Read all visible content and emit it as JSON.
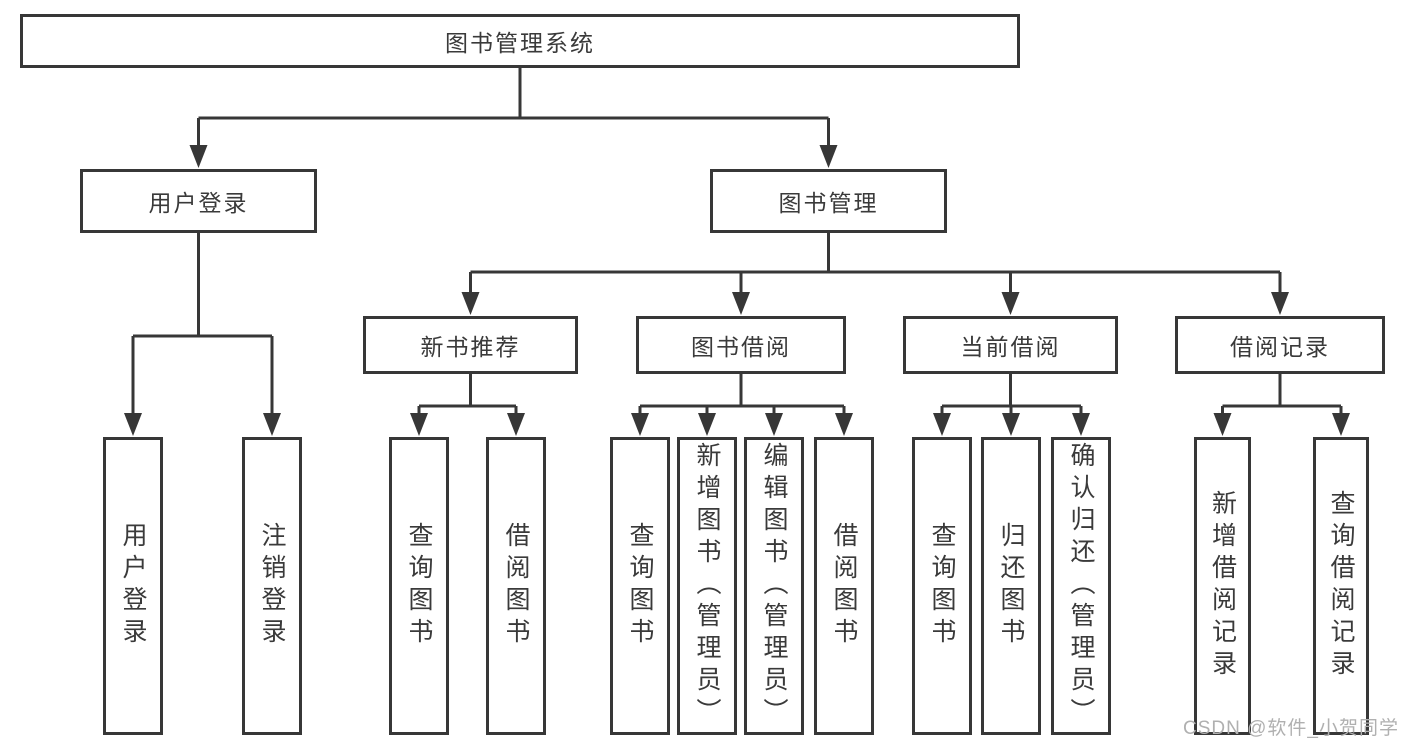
{
  "tree": {
    "label": "图书管理系统",
    "children": [
      {
        "label": "用户登录",
        "children": [
          {
            "label": "用户登录"
          },
          {
            "label": "注销登录"
          }
        ]
      },
      {
        "label": "图书管理",
        "children": [
          {
            "label": "新书推荐",
            "children": [
              {
                "label": "查询图书"
              },
              {
                "label": "借阅图书"
              }
            ]
          },
          {
            "label": "图书借阅",
            "children": [
              {
                "label": "查询图书"
              },
              {
                "label": "新增图书（管理员）"
              },
              {
                "label": "编辑图书（管理员）"
              },
              {
                "label": "借阅图书"
              }
            ]
          },
          {
            "label": "当前借阅",
            "children": [
              {
                "label": "查询图书"
              },
              {
                "label": "归还图书"
              },
              {
                "label": "确认归还（管理员）"
              }
            ]
          },
          {
            "label": "借阅记录",
            "children": [
              {
                "label": "新增借阅记录"
              },
              {
                "label": "查询借阅记录"
              }
            ]
          }
        ]
      }
    ]
  },
  "watermark": {
    "text": "CSDN @软件_小贺同学"
  },
  "colors": {
    "line": "#373737",
    "text": "#3a3a3a",
    "background": "#ffffff",
    "watermark": "#b0b0b0"
  }
}
